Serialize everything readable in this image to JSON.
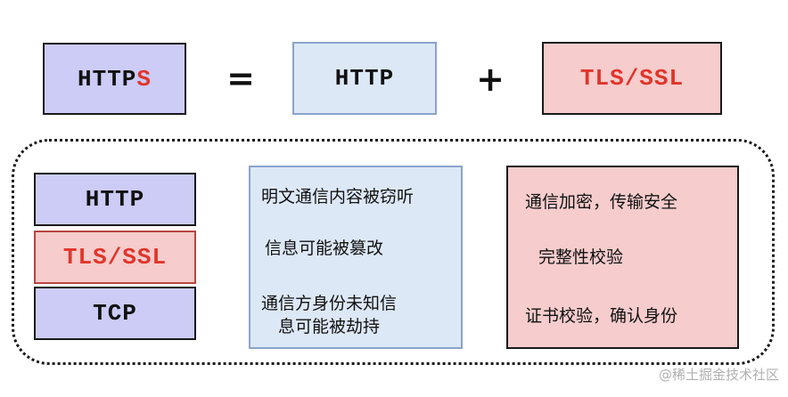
{
  "equation": {
    "https_prefix": "HTTP",
    "https_suffix": "S",
    "equals": "=",
    "http": "HTTP",
    "plus": "+",
    "tls_ssl": "TLS/SSL"
  },
  "stack": {
    "top": "HTTP",
    "middle": "TLS/SSL",
    "bottom": "TCP"
  },
  "http_risks": [
    "明文通信内容被窃听",
    "信息可能被篡改",
    "通信方身份未知信",
    "息可能被劫持"
  ],
  "tls_benefits": [
    "通信加密，传输安全",
    "完整性校验",
    "证书校验，确认身份"
  ],
  "watermark": "@稀土掘金技术社区",
  "colors": {
    "purple_fill": "#ccccf7",
    "blue_fill": "#dde8f7",
    "pink_fill": "#f6cccc",
    "red_text": "#e0352b"
  }
}
